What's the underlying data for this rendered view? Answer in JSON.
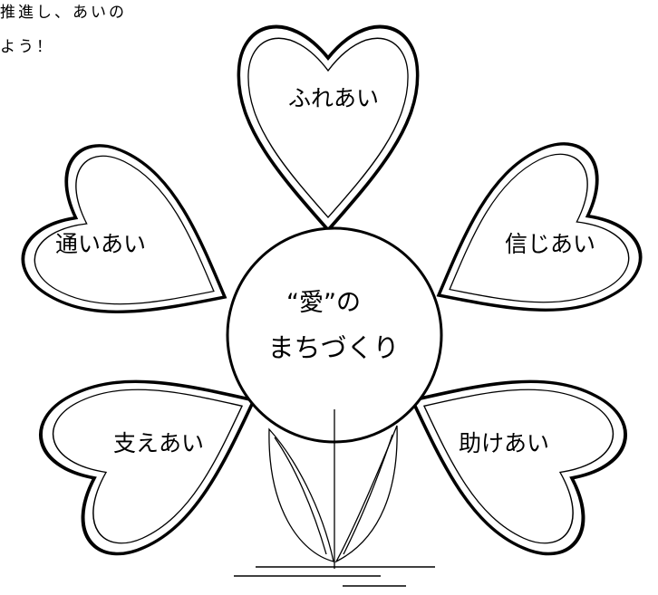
{
  "header_text": {
    "line1": "推進し、あいの",
    "line2": "よう！"
  },
  "center": {
    "line1": "“愛”の",
    "line2": "まちづくり"
  },
  "petals": [
    {
      "id": "top",
      "label": "ふれあい"
    },
    {
      "id": "upper-left",
      "label": "通いあい"
    },
    {
      "id": "upper-right",
      "label": "信じあい"
    },
    {
      "id": "lower-left",
      "label": "支えあい"
    },
    {
      "id": "lower-right",
      "label": "助けあい"
    }
  ]
}
